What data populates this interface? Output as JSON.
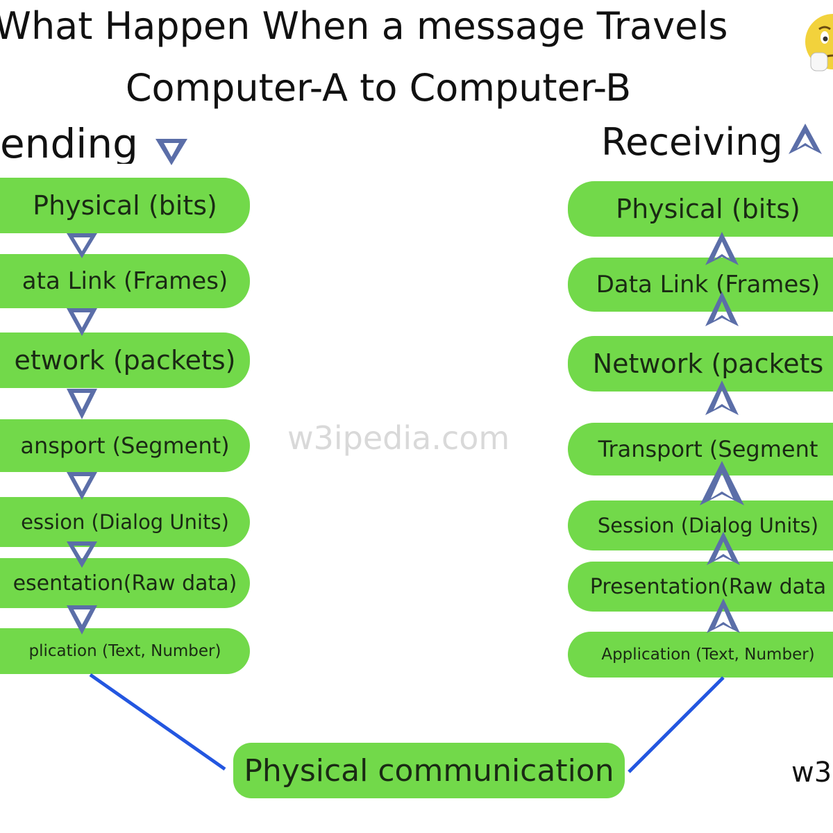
{
  "title": {
    "line1": "What Happen When a message Travels",
    "line2": "Computer-A to Computer-B"
  },
  "sending": {
    "heading": "ending",
    "layers": [
      "Physical (bits)",
      "ata Link (Frames)",
      "etwork (packets)",
      "ansport (Segment)",
      "ession (Dialog Units)",
      "esentation(Raw data)",
      "plication (Text, Number)"
    ]
  },
  "receiving": {
    "heading": "Receiving",
    "layers": [
      "Physical (bits)",
      "Data Link (Frames)",
      "Network (packets",
      "Transport (Segment",
      "Session (Dialog Units)",
      "Presentation(Raw data",
      "Application (Text, Number)"
    ]
  },
  "physical_link": {
    "label": "Physical communication"
  },
  "watermark": "w3ipedia.com",
  "corner_text": "w3",
  "colors": {
    "pill": "#72d94a",
    "arrow": "#5b6ea8",
    "connector": "#2356e0"
  },
  "icons": {
    "down_arrow": "down-chevron-arrow-icon",
    "up_arrow": "up-chevron-arrow-icon",
    "emoji": "thinking-face-icon"
  }
}
